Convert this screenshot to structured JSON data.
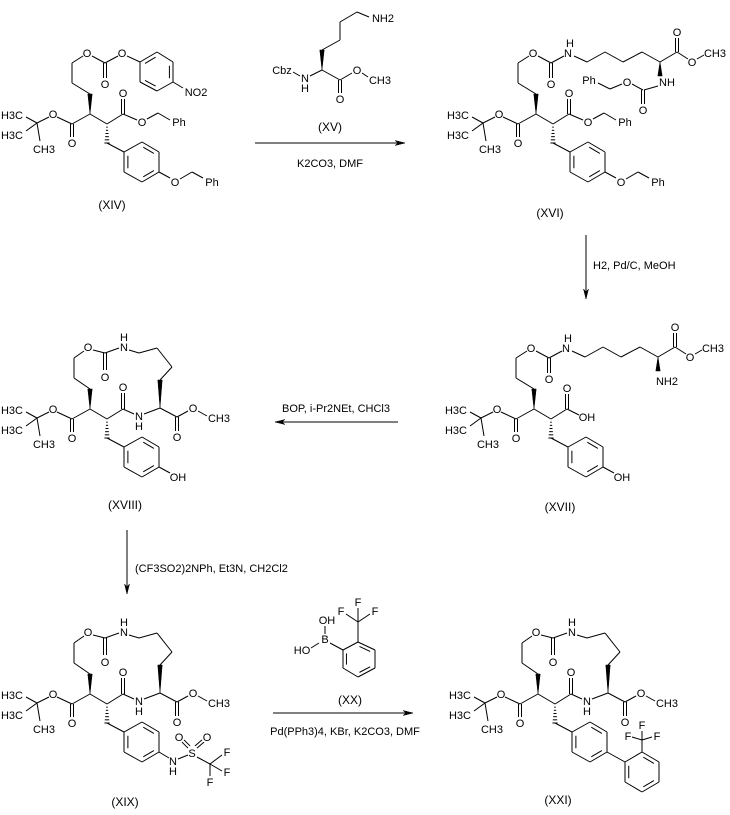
{
  "colors": {
    "background": "#ffffff",
    "ink": "#000000"
  },
  "compounds": {
    "XIV": {
      "label": "(XIV)",
      "atoms": [
        "H3C",
        "H3C",
        "CH3",
        "O",
        "O",
        "O",
        "O",
        "O",
        "NO2",
        "O",
        "O",
        "Ph",
        "O",
        "Ph"
      ]
    },
    "XV": {
      "label": "(XV)",
      "atoms": [
        "NH2",
        "N",
        "H",
        "Cbz",
        "O",
        "O",
        "CH3"
      ]
    },
    "XVI": {
      "label": "(XVI)",
      "atoms": [
        "H3C",
        "H3C",
        "CH3",
        "O",
        "O",
        "O",
        "O",
        "N",
        "H",
        "O",
        "O",
        "CH3",
        "NH",
        "O",
        "O",
        "Ph",
        "O",
        "O",
        "Ph",
        "O",
        "Ph"
      ]
    },
    "XVII": {
      "label": "(XVII)",
      "atoms": [
        "H3C",
        "H3C",
        "CH3",
        "O",
        "O",
        "O",
        "O",
        "N",
        "H",
        "O",
        "O",
        "CH3",
        "NH2",
        "O",
        "OH",
        "OH"
      ]
    },
    "XVIII": {
      "label": "(XVIII)",
      "atoms": [
        "H3C",
        "H3C",
        "CH3",
        "O",
        "O",
        "O",
        "O",
        "N",
        "H",
        "O",
        "N",
        "H",
        "O",
        "O",
        "CH3",
        "OH"
      ]
    },
    "XIX": {
      "label": "(XIX)",
      "atoms": [
        "H3C",
        "H3C",
        "CH3",
        "O",
        "O",
        "O",
        "O",
        "N",
        "H",
        "O",
        "N",
        "H",
        "O",
        "O",
        "CH3",
        "N",
        "H",
        "S",
        "O",
        "O",
        "F",
        "F",
        "F"
      ]
    },
    "XX": {
      "label": "(XX)",
      "atoms": [
        "B",
        "OH",
        "HO",
        "F",
        "F",
        "F"
      ]
    },
    "XXI": {
      "label": "(XXI)",
      "atoms": [
        "H3C",
        "H3C",
        "CH3",
        "O",
        "O",
        "O",
        "O",
        "N",
        "H",
        "O",
        "N",
        "H",
        "O",
        "O",
        "CH3",
        "F",
        "F",
        "F"
      ]
    }
  },
  "steps": {
    "step1": {
      "conditions": "K2CO3, DMF"
    },
    "step2": {
      "conditions": "H2, Pd/C, MeOH"
    },
    "step3": {
      "conditions": "BOP, i-Pr2NEt, CHCl3"
    },
    "step4": {
      "conditions": "(CF3SO2)2NPh, Et3N, CH2Cl2"
    },
    "step5": {
      "conditions": "Pd(PPh3)4, KBr, K2CO3, DMF"
    }
  }
}
